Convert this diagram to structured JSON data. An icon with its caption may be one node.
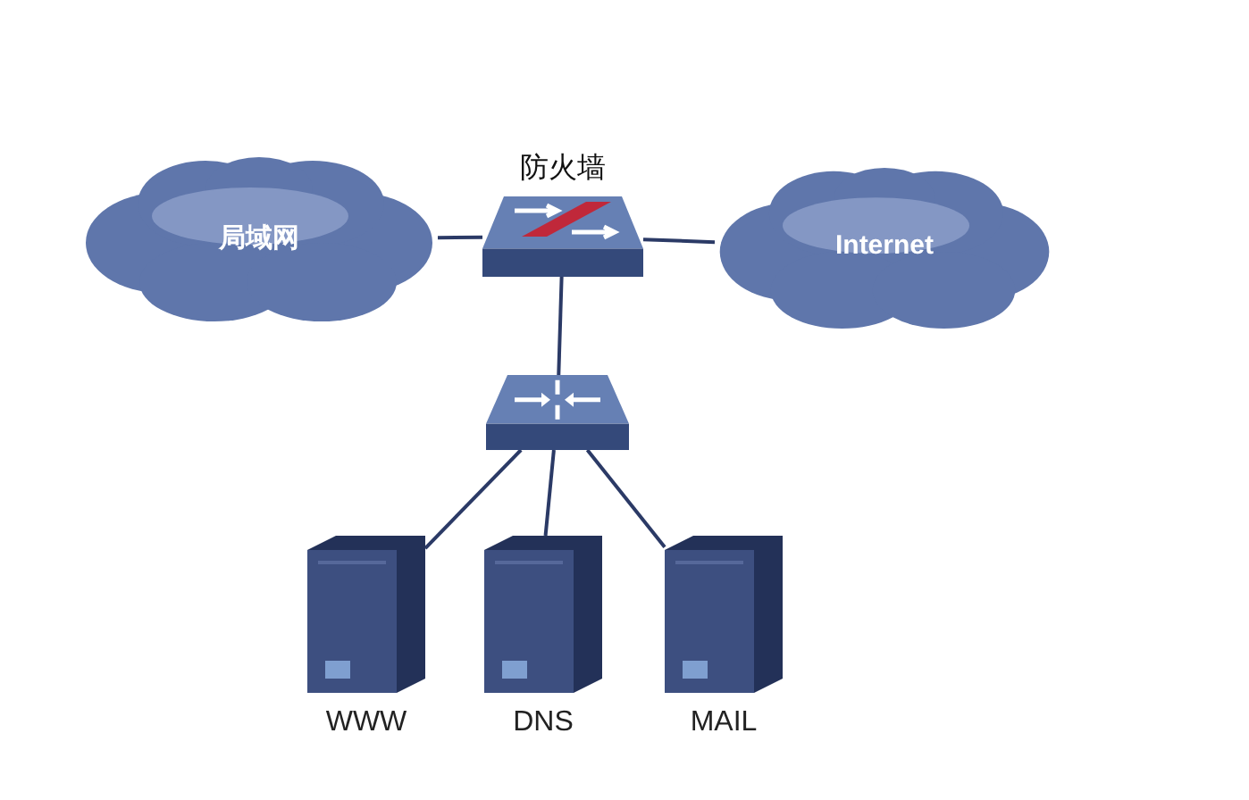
{
  "diagram": {
    "nodes": [
      {
        "text": [
          "局域网"
        ]
      },
      {
        "text": [
          "防火墙"
        ]
      },
      {
        "text": [
          "Internet"
        ]
      },
      {
        "text": [],
        "shape": "picture"
      },
      {
        "text": [
          "WWW"
        ]
      },
      {
        "text": [
          "DNS"
        ]
      },
      {
        "text": [
          "MAIL"
        ]
      }
    ],
    "edges": [
      {
        "from": 0,
        "to": 1,
        "arrow": "none"
      },
      {
        "from": 1,
        "to": 2,
        "arrow": "none"
      },
      {
        "from": 1,
        "to": 3,
        "arrow": "none"
      },
      {
        "from": 3,
        "to": 4,
        "arrow": "none"
      },
      {
        "from": 3,
        "to": 5,
        "arrow": "none"
      },
      {
        "from": 3,
        "to": 6,
        "arrow": "none"
      }
    ]
  }
}
